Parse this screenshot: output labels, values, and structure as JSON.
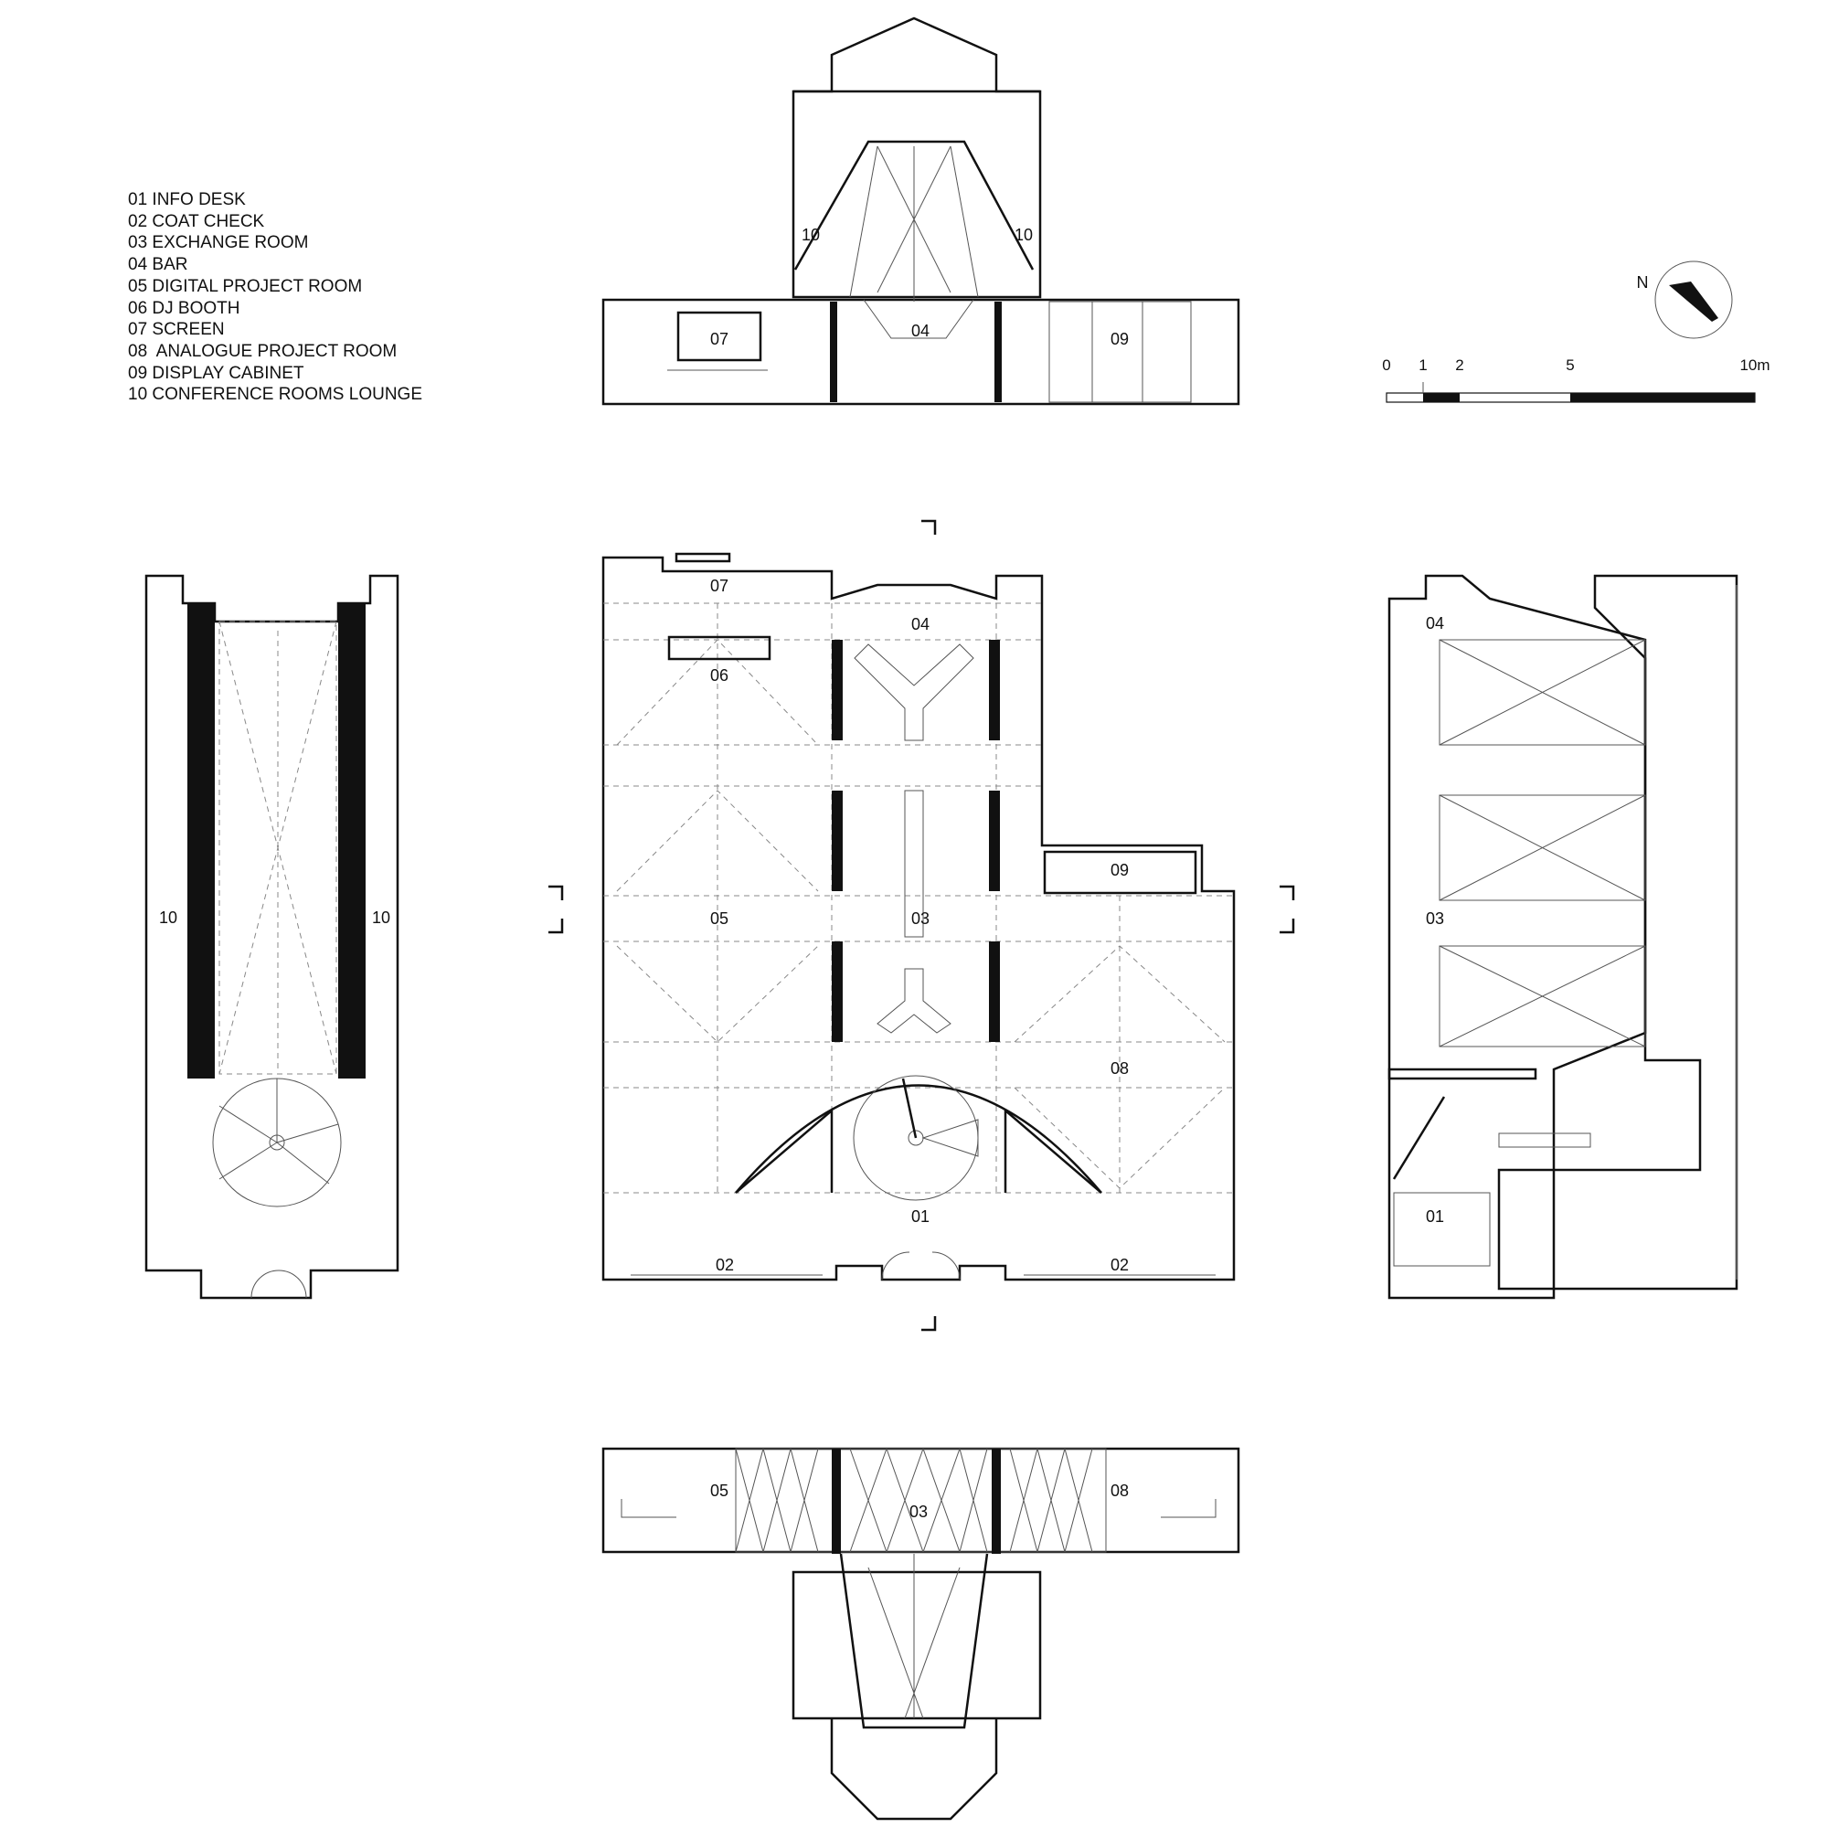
{
  "legend": [
    "01 INFO DESK",
    "02 COAT CHECK",
    "03 EXCHANGE ROOM",
    "04 BAR",
    "05 DIGITAL PROJECT ROOM",
    "06 DJ BOOTH",
    "07 SCREEN",
    "08  ANALOGUE PROJECT ROOM",
    "09 DISPLAY CABINET",
    "10 CONFERENCE ROOMS LOUNGE"
  ],
  "north": "N",
  "scale_bar": {
    "ticks": [
      "0",
      "1",
      "2",
      "5",
      "10m"
    ]
  },
  "top_elevation": {
    "labels": [
      "10",
      "10",
      "07",
      "04",
      "09"
    ]
  },
  "left_plan": {
    "labels": [
      "10",
      "10"
    ]
  },
  "main_plan": {
    "labels": [
      "07",
      "04",
      "06",
      "09",
      "05",
      "03",
      "08",
      "01",
      "02",
      "02"
    ]
  },
  "right_section": {
    "labels": [
      "04",
      "03",
      "01"
    ]
  },
  "bottom_elevation": {
    "labels": [
      "05",
      "03",
      "08"
    ]
  }
}
